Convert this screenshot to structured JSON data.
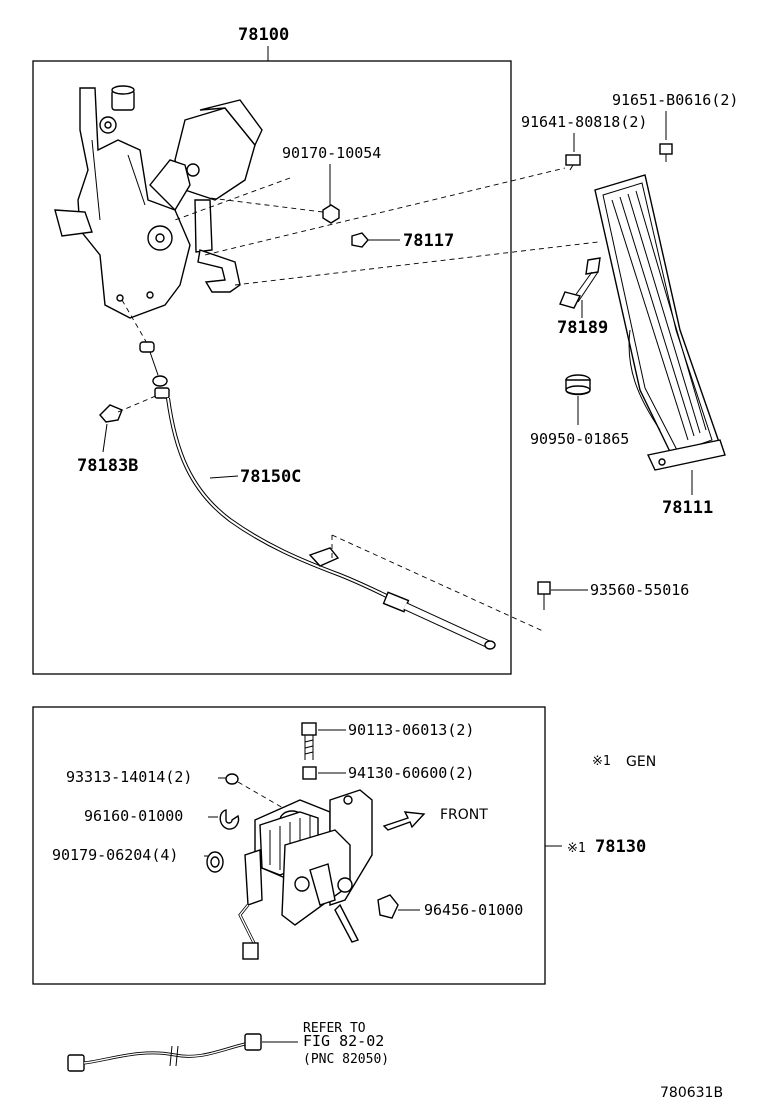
{
  "groups": {
    "top_assembly": "78100",
    "actuator_assembly": "78130"
  },
  "labels": {
    "p90170": "90170-10054",
    "p78117": "78117",
    "p78183b": "78183B",
    "p78150c": "78150C",
    "p91651": "91651-B0616(2)",
    "p91641": "91641-80818(2)",
    "p78189": "78189",
    "p90950": "90950-01865",
    "p78111": "78111",
    "p93560": "93560-55016",
    "p90113": "90113-06013(2)",
    "p94130": "94130-60600(2)",
    "p93313": "93313-14014(2)",
    "p96160": "96160-01000",
    "p90179": "90179-06204(4)",
    "p96456": "96456-01000",
    "p78130": "78130"
  },
  "notes": {
    "gen_mark": "※1",
    "gen_text": "GEN",
    "ref_mark": "※1",
    "front": "FRONT",
    "refer_line1": "REFER TO",
    "refer_line2": "FIG 82-02",
    "refer_line3": "(PNC 82050)"
  },
  "figure_id": "780631B"
}
